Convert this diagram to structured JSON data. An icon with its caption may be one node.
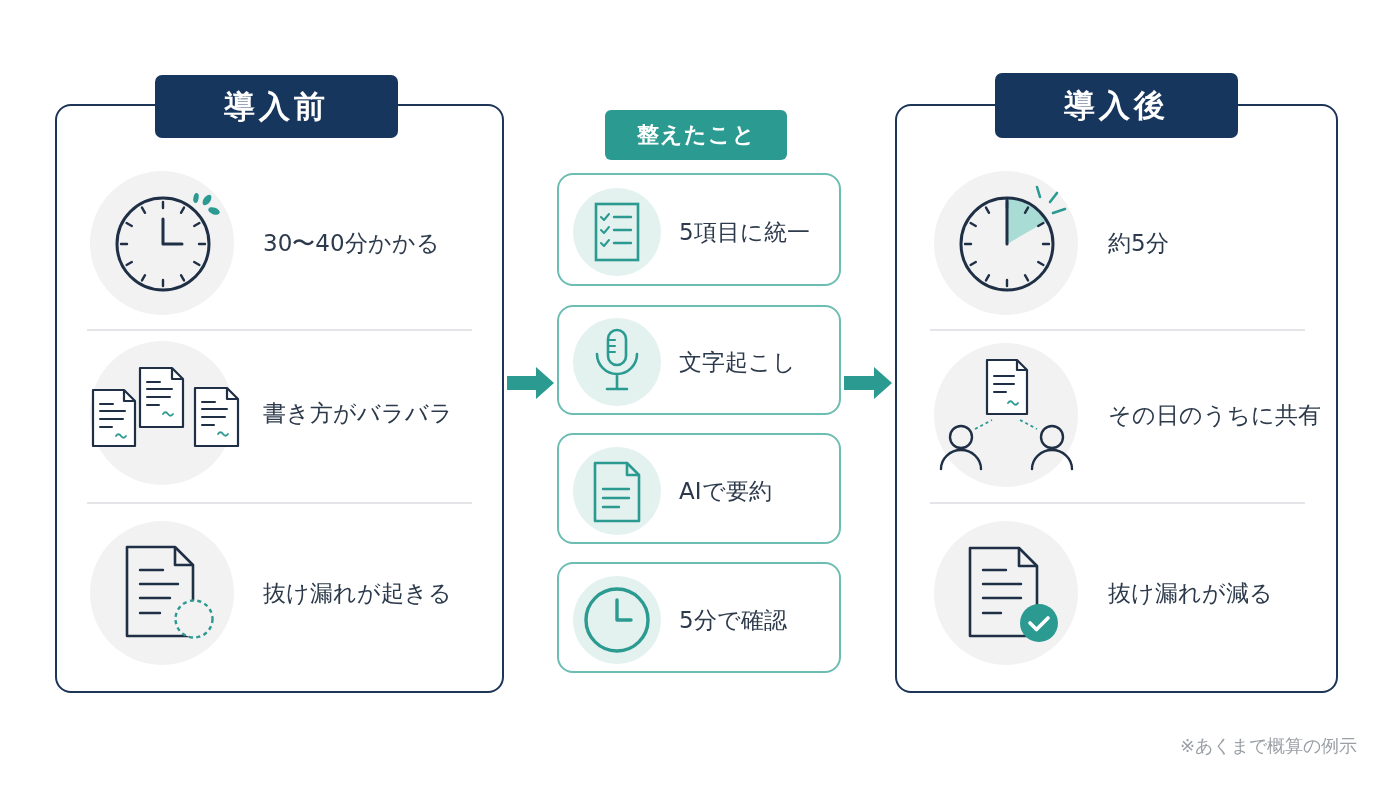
{
  "diagram": {
    "nodes": [
      {
        "text": [
          "導入前",
          "30〜40分かかる",
          "書き方がバラバラ",
          "抜け漏れが起きる"
        ]
      },
      {
        "text": [
          "整えたこと"
        ]
      },
      {
        "text": [
          "5項目に統一"
        ]
      },
      {
        "text": [
          "文字起こし"
        ]
      },
      {
        "text": [
          "AIで要約"
        ]
      },
      {
        "text": [
          "5分で確認"
        ]
      },
      {
        "text": [
          "導入後",
          "約5分",
          "その日のうちに共有",
          "抜け漏れが減る"
        ]
      }
    ],
    "edges": [
      {
        "from": 0,
        "to": 3,
        "arrow": "to"
      },
      {
        "from": 3,
        "to": 6,
        "arrow": "to"
      }
    ],
    "labels": [
      "※あくまで概算の例示"
    ]
  }
}
